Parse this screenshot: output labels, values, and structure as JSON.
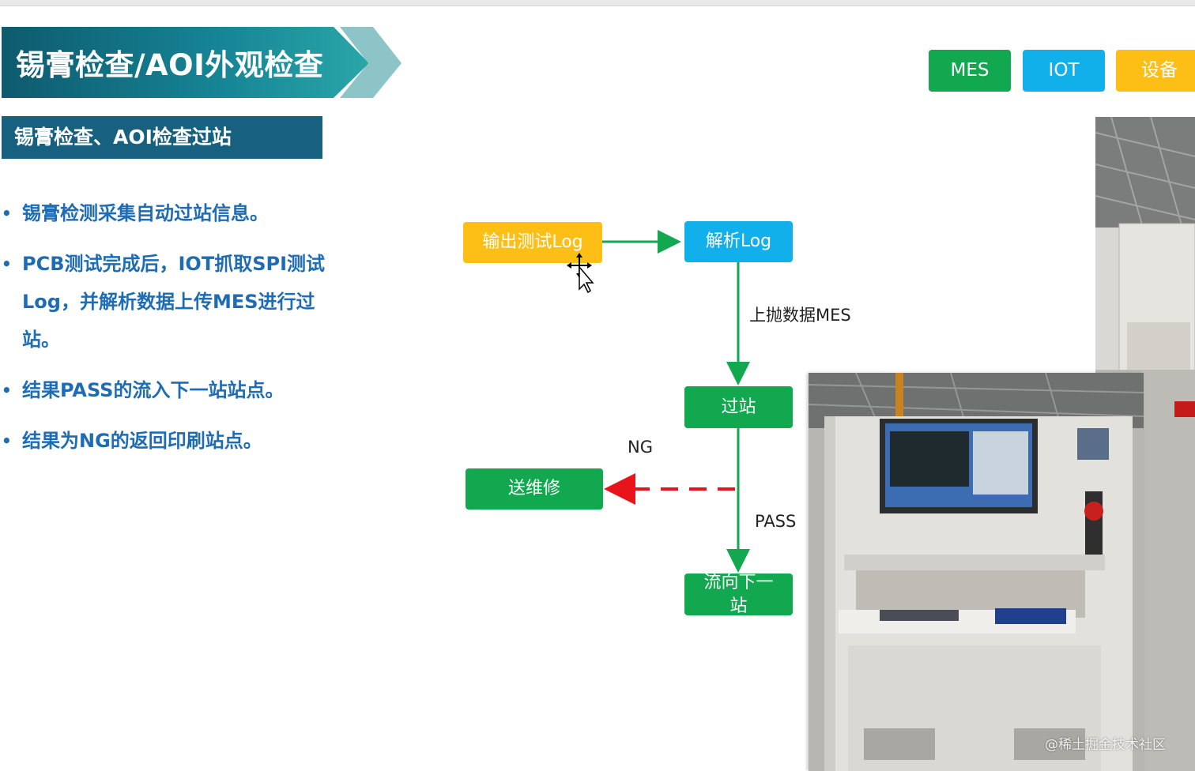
{
  "slide": {
    "title": "锡膏检查/AOI外观检查",
    "subtitle": "锡膏检查、AOI检查过站"
  },
  "tags": {
    "mes": "MES",
    "iot": "IOT",
    "device": "设备"
  },
  "bullets": [
    "锡膏检测采集自动过站信息。",
    "PCB测试完成后，IOT抓取SPI测试Log，并解析数据上传MES进行过站。",
    "结果PASS的流入下一站站点。",
    "结果为NG的返回印刷站点。"
  ],
  "flow": {
    "output_log": "输出测试Log",
    "parse_log": "解析Log",
    "upload_label": "上抛数据MES",
    "pass_station": "过站",
    "ng_label": "NG",
    "repair": "送维修",
    "pass_label": "PASS",
    "next_station": "流向下一站"
  },
  "watermark": "@稀土掘金技术社区",
  "colors": {
    "green": "#12a84f",
    "blue": "#12b0ea",
    "yellow": "#fdbf16",
    "title_blue": "#17607f",
    "bullet_blue": "#1e6cb3",
    "ng_red": "#e8141c"
  }
}
